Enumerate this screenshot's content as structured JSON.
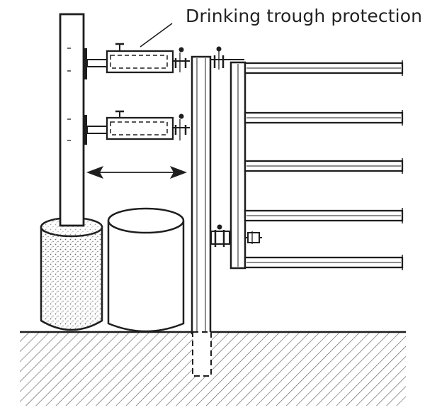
{
  "callout": {
    "text": "Drinking trough protection"
  },
  "colors": {
    "line": "#1e1e1e",
    "ground_hatch": "#555555",
    "stipple": "#6a6a6a",
    "background": "#ffffff"
  },
  "parts": [
    "wooden-post",
    "concrete-base",
    "drinking-trough",
    "adjustable-clamps",
    "gate-post",
    "gate-panel",
    "horizontal-rails",
    "hinge-brackets",
    "ground"
  ]
}
